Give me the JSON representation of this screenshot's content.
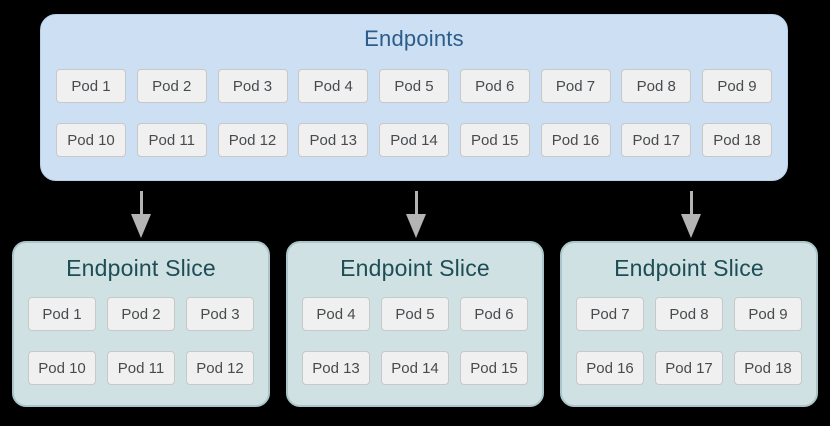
{
  "endpoints": {
    "title": "Endpoints",
    "rows": [
      [
        "Pod 1",
        "Pod 2",
        "Pod 3",
        "Pod 4",
        "Pod 5",
        "Pod 6",
        "Pod 7",
        "Pod 8",
        "Pod 9"
      ],
      [
        "Pod 10",
        "Pod 11",
        "Pod 12",
        "Pod 13",
        "Pod 14",
        "Pod 15",
        "Pod 16",
        "Pod 17",
        "Pod 18"
      ]
    ]
  },
  "slices": [
    {
      "title": "Endpoint Slice",
      "rows": [
        [
          "Pod 1",
          "Pod 2",
          "Pod 3"
        ],
        [
          "Pod 10",
          "Pod 11",
          "Pod 12"
        ]
      ]
    },
    {
      "title": "Endpoint Slice",
      "rows": [
        [
          "Pod 4",
          "Pod 5",
          "Pod 6"
        ],
        [
          "Pod 13",
          "Pod 14",
          "Pod 15"
        ]
      ]
    },
    {
      "title": "Endpoint Slice",
      "rows": [
        [
          "Pod 7",
          "Pod 8",
          "Pod 9"
        ],
        [
          "Pod 16",
          "Pod 17",
          "Pod 18"
        ]
      ]
    }
  ],
  "icons": {
    "arrow_down": "down-arrow"
  },
  "colors": {
    "background": "#000000",
    "endpoints_fill": "#cddff2",
    "endpoints_border": "#b9cfe6",
    "endpoints_title": "#2b5c8a",
    "slice_fill": "#cfe1e3",
    "slice_border": "#abc6cb",
    "slice_title": "#1d4d55",
    "pod_fill": "#f0f0f0",
    "pod_border": "#c8c8c8",
    "pod_text": "#474b4e",
    "arrow": "#b4b4b4"
  }
}
